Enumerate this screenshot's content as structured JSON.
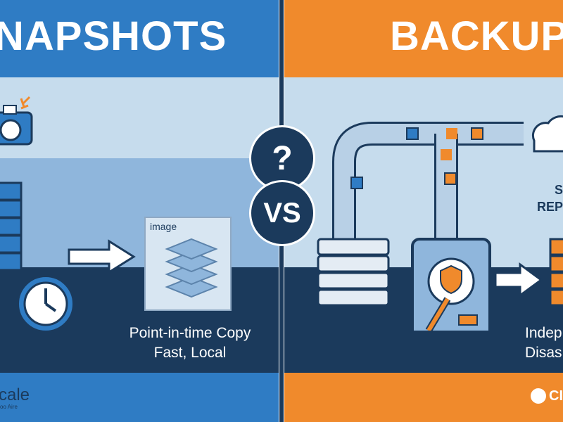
{
  "left": {
    "title": "NAPSHOTS",
    "image_label": "image",
    "caption_line1": "Point-in-time Copy",
    "caption_line2": "Fast, Local",
    "logo_text": "cale",
    "logo_sub": "oo Aire"
  },
  "right": {
    "title": "BACKUPS",
    "side_label_line1": "S",
    "side_label_line2": "REP",
    "caption_line1": "Indep",
    "caption_line2": "Disas",
    "logo_text": "CI"
  },
  "center": {
    "question": "?",
    "vs": "VS"
  },
  "colors": {
    "snap_blue": "#2f7cc4",
    "light": "#c6dced",
    "navy": "#1b3a5c",
    "orange": "#f08a2c"
  }
}
